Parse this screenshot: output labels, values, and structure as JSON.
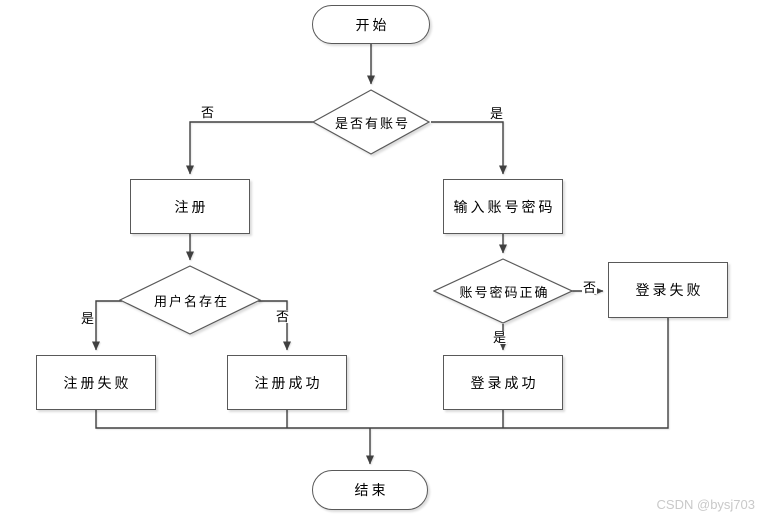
{
  "flowchart": {
    "nodes": {
      "start": "开始",
      "has_account": "是否有账号",
      "register": "注册",
      "enter_credentials": "输入账号密码",
      "username_exists": "用户名存在",
      "register_fail": "注册失败",
      "register_success": "注册成功",
      "credentials_correct": "账号密码正确",
      "login_fail": "登录失败",
      "login_success": "登录成功",
      "end": "结束"
    },
    "edge_labels": {
      "has_account_no": "否",
      "has_account_yes": "是",
      "username_exists_yes": "是",
      "username_exists_no": "否",
      "credentials_no": "否",
      "credentials_yes": "是"
    }
  },
  "watermark": "CSDN @bysj703",
  "colors": {
    "line": "#404040",
    "shape_border": "#595959",
    "text": "#000000",
    "watermark": "#c9c9c9",
    "background": "#ffffff"
  }
}
